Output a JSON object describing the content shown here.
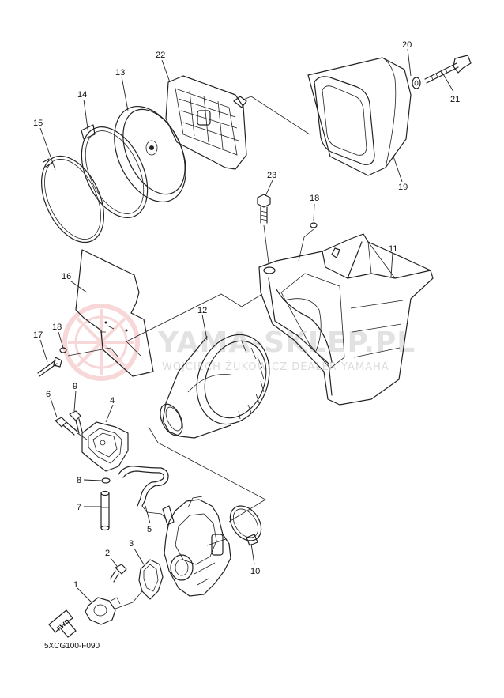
{
  "diagram_code": "5XCG100-F090",
  "fwd_label": "FWD",
  "watermark": {
    "title": "YAMA-SKLEP.PL",
    "subtitle": "WOJCIECH ŻUKOWICZ DEALER YAMAHA"
  },
  "callouts": [
    "1",
    "2",
    "3",
    "4",
    "5",
    "6",
    "7",
    "8",
    "9",
    "10",
    "11",
    "12",
    "13",
    "14",
    "15",
    "16",
    "17",
    "18",
    "18",
    "19",
    "20",
    "21",
    "22",
    "23"
  ],
  "colors": {
    "line": "#222222",
    "watermark_text": "#cccccc",
    "watermark_logo": "#f2b8b8"
  }
}
